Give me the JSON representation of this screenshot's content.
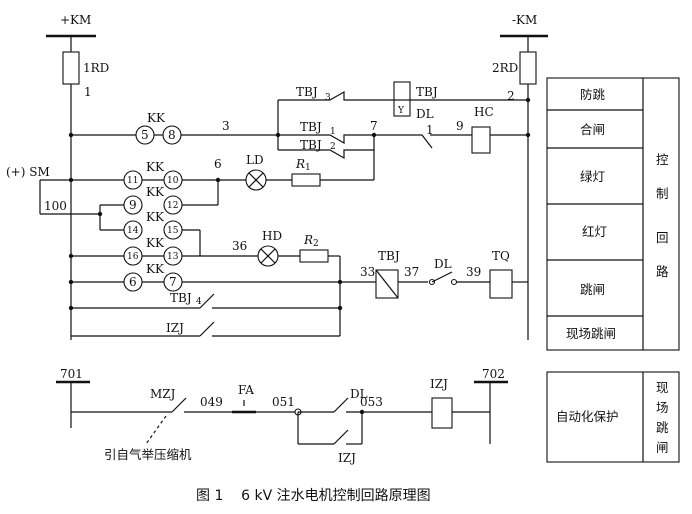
{
  "buses": {
    "pos": "+KM",
    "neg": "-KM",
    "left_bottom": "701",
    "right_bottom": "702"
  },
  "fuses": {
    "left": "1RD",
    "right": "2RD"
  },
  "nodes": {
    "n1": "1",
    "n2": "2",
    "n3": "3",
    "n6": "6",
    "n7": "7",
    "n9": "9",
    "n33": "33",
    "n36": "36",
    "n37": "37",
    "n39": "39",
    "n100": "100",
    "n049": "049",
    "n051": "051",
    "n053": "053"
  },
  "switch": {
    "kk": "KK",
    "sm": "(+) SM",
    "contacts": [
      "5",
      "8",
      "11",
      "10",
      "9",
      "12",
      "14",
      "15",
      "16",
      "13",
      "6",
      "7"
    ]
  },
  "components": {
    "tbj3": "TBJ",
    "tbj3_sub": "3",
    "tbj1": "TBJ",
    "tbj1_sub": "1",
    "tbj2": "TBJ",
    "tbj2_sub": "2",
    "tbj4": "TBJ",
    "tbj4_sub": "4",
    "tbj_coil": "TBJ",
    "tbj_coil_inner": "Y",
    "tbj_relay": "TBJ",
    "dl": "DL",
    "dl_node": "1",
    "hc": "HC",
    "tq": "TQ",
    "ld": "LD",
    "hd": "HD",
    "r1": "R",
    "r1_sub": "1",
    "r2": "R",
    "r2_sub": "2",
    "izj": "IZJ",
    "mzj": "MZJ",
    "fa": "FA"
  },
  "annotation": "引自气举压缩机",
  "legend": {
    "rows": [
      "防跳",
      "合闸",
      "绿灯",
      "红灯",
      "跳闸",
      "现场跳闸"
    ],
    "group_label": [
      "控",
      "制",
      "回",
      "路"
    ]
  },
  "legend2": {
    "left": "自动化保护",
    "right": [
      "现",
      "场",
      "跳",
      "闸"
    ]
  },
  "caption": "图 1    6 kV 注水电机控制回路原理图"
}
